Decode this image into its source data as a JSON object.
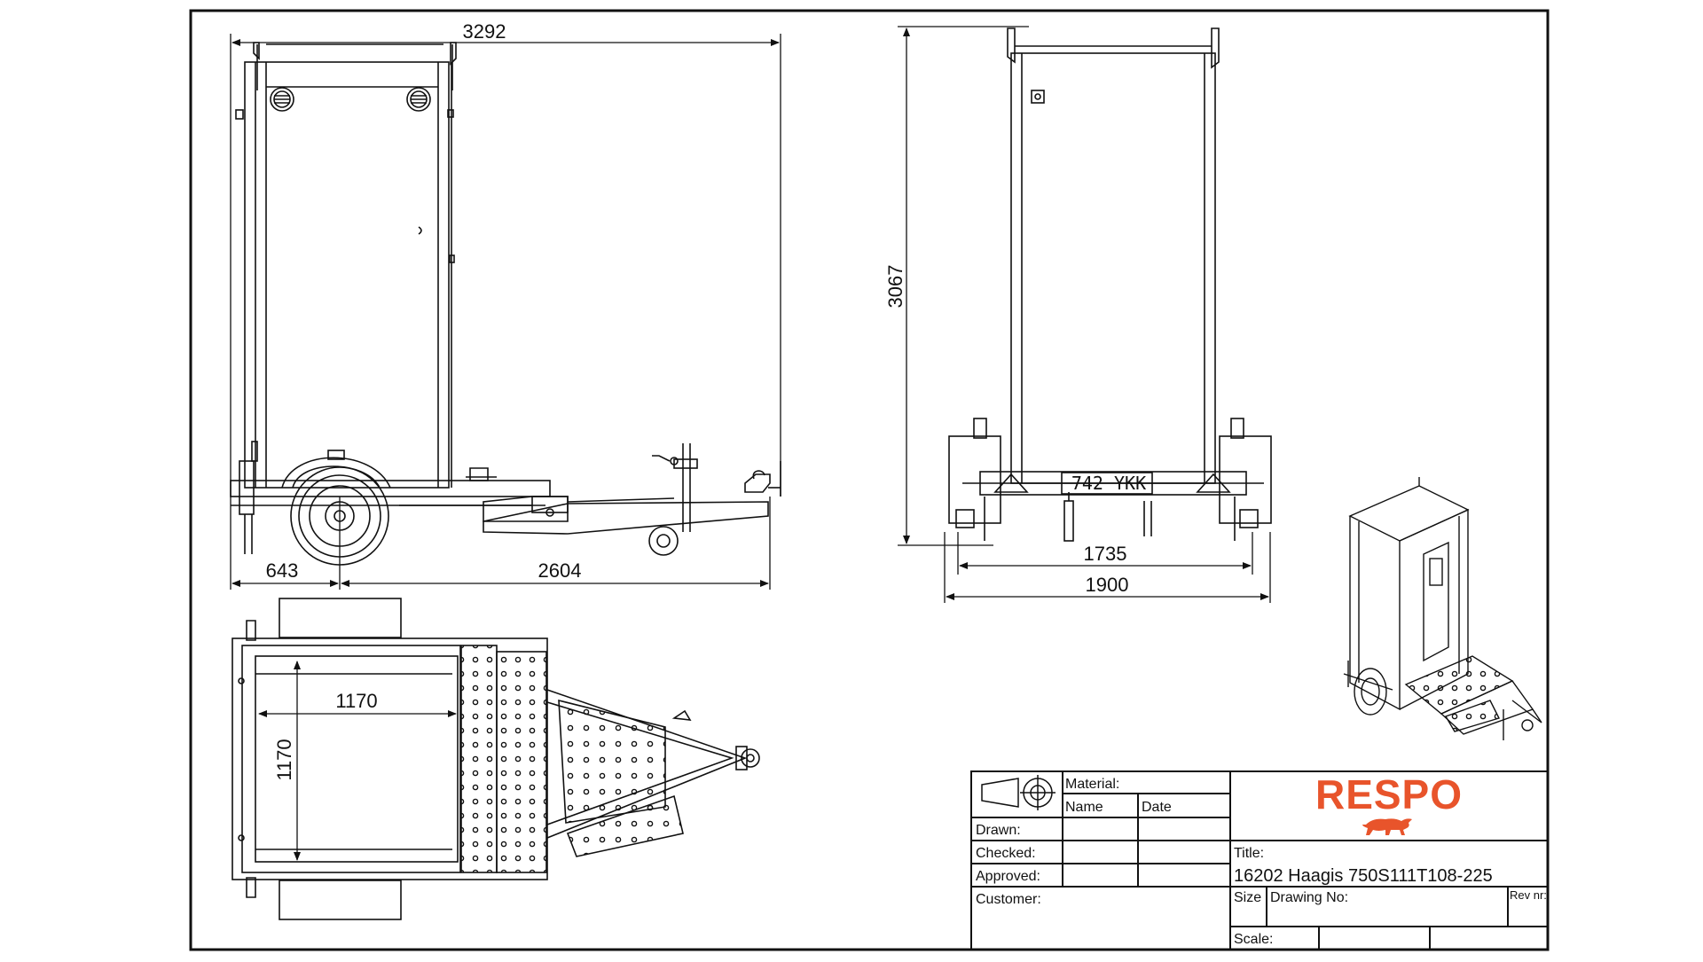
{
  "dimensions": {
    "side_overall_length": "3292",
    "side_front_overhang": "643",
    "side_wheel_to_hitch": "2604",
    "rear_height": "3067",
    "rear_track": "1735",
    "rear_overall_width": "1900",
    "top_inner_width": "1170",
    "top_inner_depth": "1170"
  },
  "license_plate": "742 YKK",
  "title_block": {
    "material_label": "Material:",
    "name_header": "Name",
    "date_header": "Date",
    "drawn_label": "Drawn:",
    "checked_label": "Checked:",
    "approved_label": "Approved:",
    "customer_label": "Customer:",
    "title_label": "Title:",
    "title_value": "16202 Haagis 750S111T108-225",
    "size_label": "Size",
    "drawing_no_label": "Drawing No:",
    "rev_label": "Rev nr:",
    "scale_label": "Scale:"
  },
  "logo_text": "RESPO",
  "colors": {
    "brand": "#e8542b",
    "line": "#111111"
  },
  "icons": {
    "projection_symbol": "first-angle-projection-icon",
    "logo_mark": "bull-icon"
  }
}
